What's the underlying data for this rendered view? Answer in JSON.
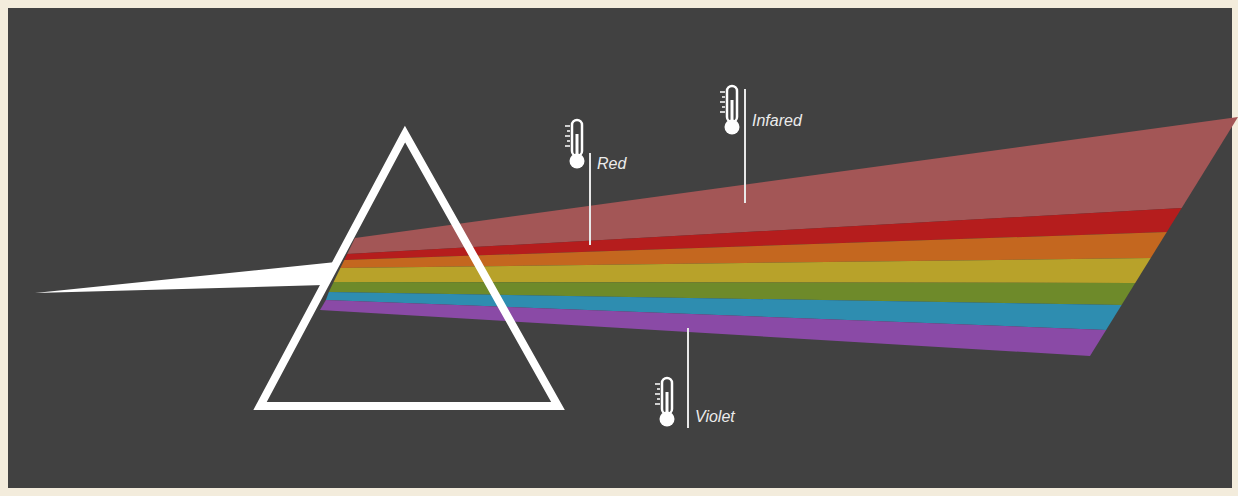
{
  "diagram": {
    "labels": [
      "Red",
      "Infared",
      "Violet"
    ]
  }
}
